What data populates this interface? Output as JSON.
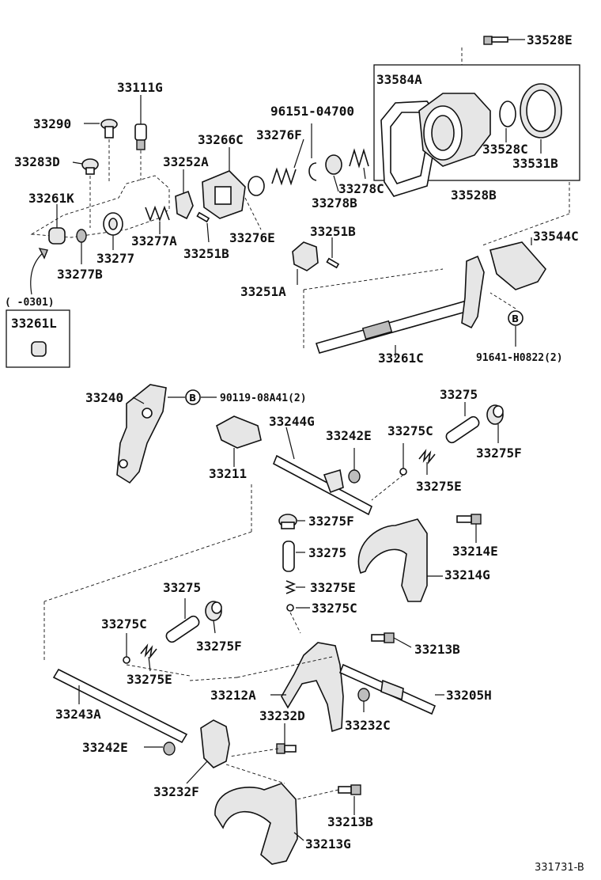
{
  "diagram_ref": "331731-B",
  "date_range_label": "(    -0301)",
  "circle_callout": "B",
  "labels": {
    "l33528E_top": "33528E",
    "l33584A": "33584A",
    "l33528C": "33528C",
    "l33531B": "33531B",
    "l33528B": "33528B",
    "l33111G": "33111G",
    "l96151": "96151-04700",
    "l33290": "33290",
    "l33266C": "33266C",
    "l33276F": "33276F",
    "l33283D": "33283D",
    "l33252A": "33252A",
    "l33278C": "33278C",
    "l33278B": "33278B",
    "l33261K": "33261K",
    "l33277A": "33277A",
    "l33276E": "33276E",
    "l33251B_a": "33251B",
    "l33251B_b": "33251B",
    "l33544C": "33544C",
    "l33277": "33277",
    "l33277B": "33277B",
    "l33251A": "33251A",
    "l33261L": "33261L",
    "l33261C": "33261C",
    "l91641": "91641-H0822(2)",
    "l33240": "33240",
    "l90119": "90119-08A41(2)",
    "l33275_a": "33275",
    "l33244G": "33244G",
    "l33242E_a": "33242E",
    "l33275C_a": "33275C",
    "l33211": "33211",
    "l33275F_a": "33275F",
    "l33275E_a": "33275E",
    "l33275F_b": "33275F",
    "l33214E": "33214E",
    "l33275_b": "33275",
    "l33214G": "33214G",
    "l33275E_b": "33275E",
    "l33275C_b": "33275C",
    "l33275_c": "33275",
    "l33275C_c": "33275C",
    "l33275F_c": "33275F",
    "l33213B_a": "33213B",
    "l33275E_c": "33275E",
    "l33212A": "33212A",
    "l33205H": "33205H",
    "l33243A": "33243A",
    "l33232D": "33232D",
    "l33232C": "33232C",
    "l33242E_b": "33242E",
    "l33232F": "33232F",
    "l33213B_b": "33213B",
    "l33213G": "33213G"
  }
}
